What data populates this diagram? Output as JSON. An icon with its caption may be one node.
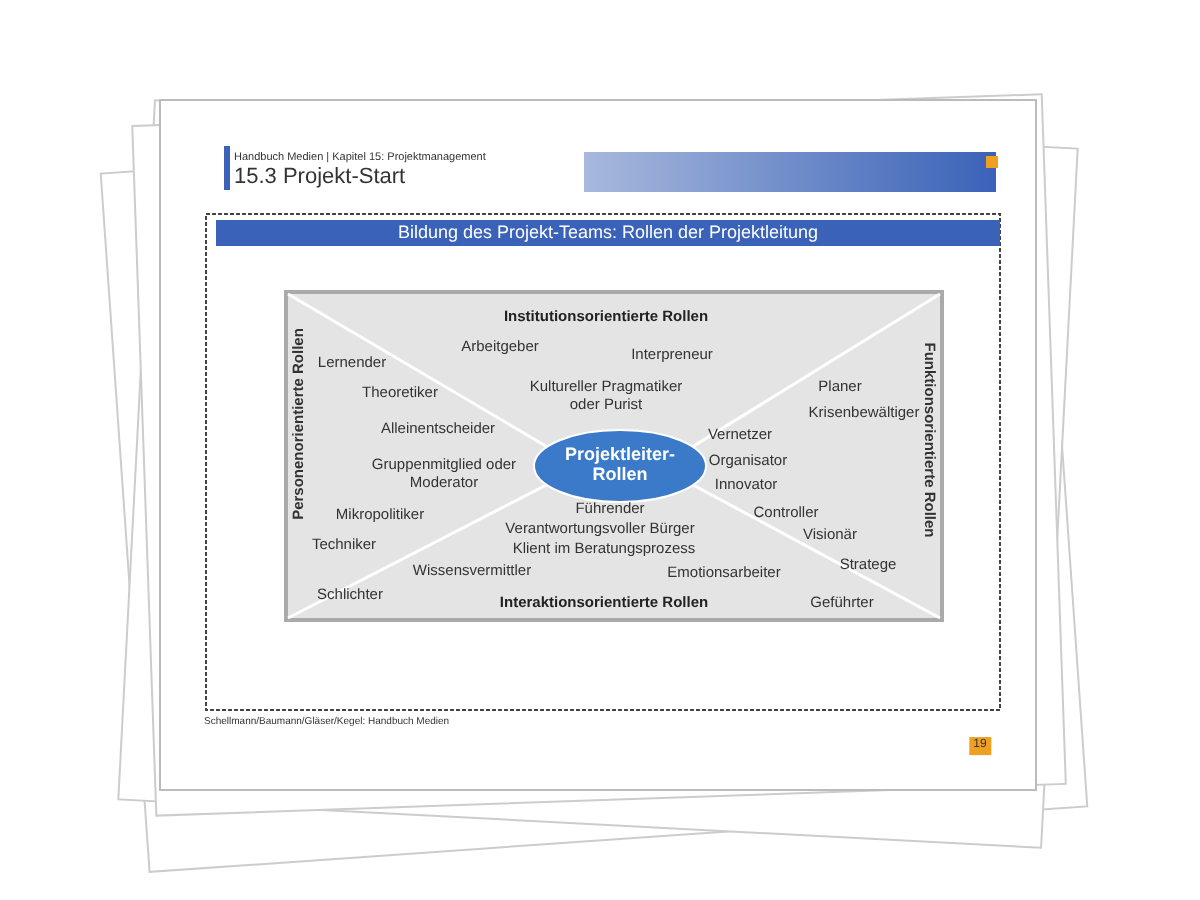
{
  "diagram": {
    "title": "Bildung des Projekt-Teams: Rollen der Projektleitung",
    "nodes": [
      {
        "text": [
          "Projektleiter-Rollen"
        ]
      }
    ],
    "labels": [
      "Handbuch Medien | Kapitel 15: Projektmanagement",
      "15.3 Projekt-Start",
      "Institutionsorientierte Rollen",
      "Arbeitgeber",
      "Interpreneur",
      "Lernender",
      "Planer",
      "Theoretiker",
      "Kultureller Pragmatiker oder Purist",
      "Krisenbewältiger",
      "Alleinentscheider",
      "Vernetzer",
      "Organisator",
      "Gruppenmitglied oder Moderator",
      "Innovator",
      "Führender",
      "Mikropolitiker",
      "Controller",
      "Verantwortungsvoller Bürger",
      "Klient im Beratungsprozess",
      "Visionär",
      "Techniker",
      "Wissensvermittler",
      "Emotionsarbeiter",
      "Stratege",
      "Schlichter",
      "Interaktionsorientierte Rollen",
      "Geführter",
      "Personenorientierte Rollen",
      "Funktionsorientierte Rollen",
      "Schellmann/Baumann/Gläser/Kegel: Handbuch Medien",
      "19"
    ]
  }
}
